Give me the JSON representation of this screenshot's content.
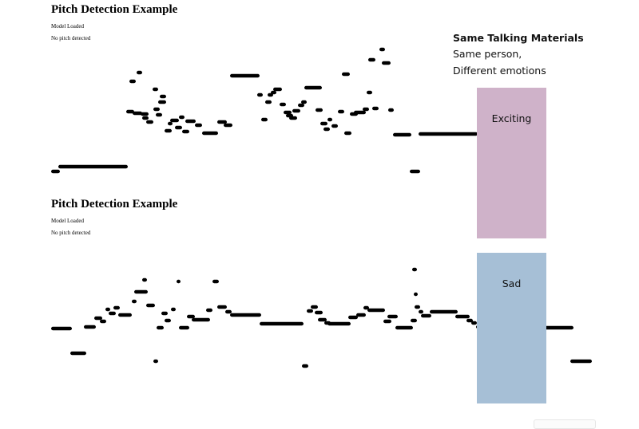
{
  "panels": [
    {
      "title": "Pitch Detection Example",
      "status_lines": [
        "Model Loaded",
        "No pitch detected"
      ]
    },
    {
      "title": "Pitch Detection Example",
      "status_lines": [
        "Model Loaded",
        "No pitch detected"
      ]
    }
  ],
  "side_note": {
    "heading": "Same Talking Materials",
    "lines": [
      "Same person,",
      "Different emotions"
    ]
  },
  "emotion_boxes": [
    {
      "label": "Exciting",
      "color": "#cfb2c9"
    },
    {
      "label": "Sad",
      "color": "#a6bfd6"
    }
  ],
  "colors": {
    "background": "#ffffff",
    "trace": "#000000"
  }
}
